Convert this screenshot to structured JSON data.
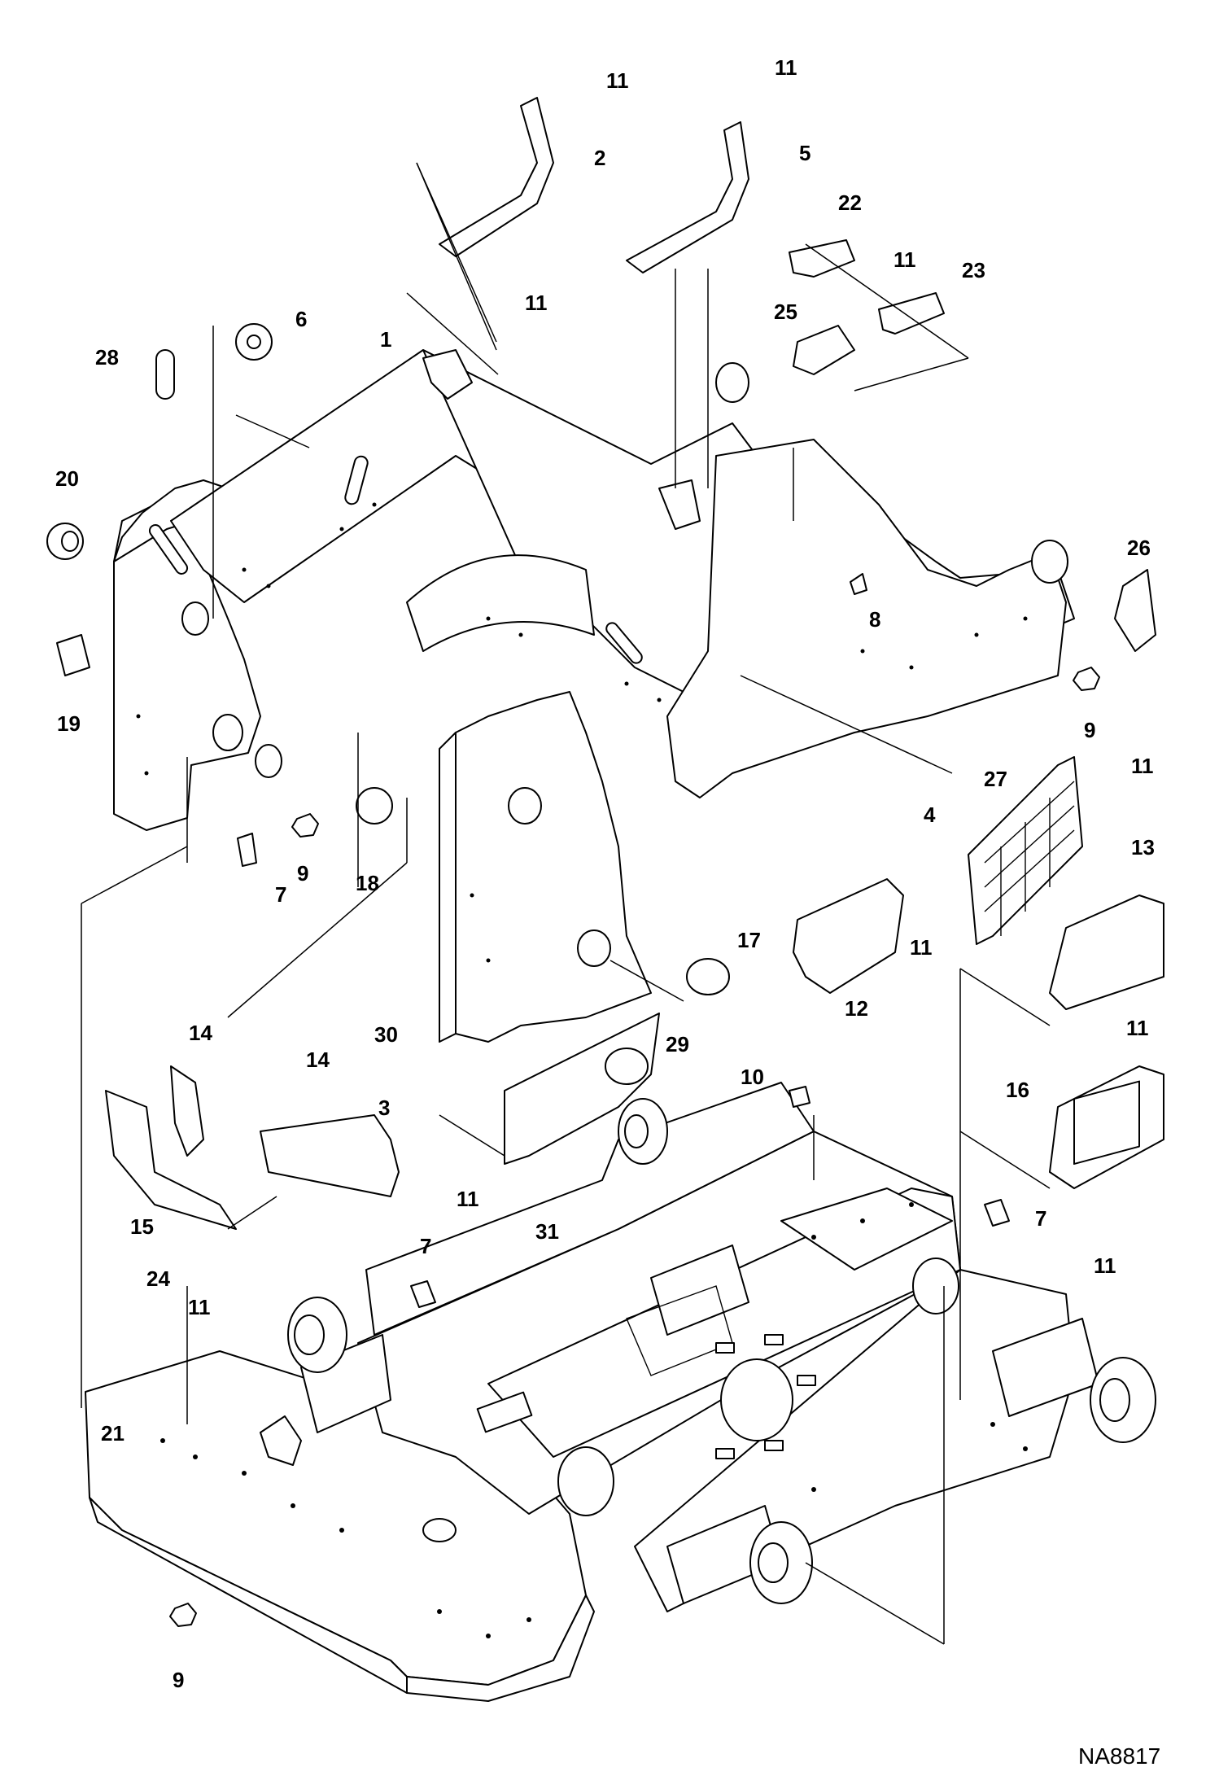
{
  "diagram": {
    "reference_code": "NA8817",
    "callouts": [
      {
        "id": "c11a",
        "label": "11"
      },
      {
        "id": "c11b",
        "label": "11"
      },
      {
        "id": "c2",
        "label": "2"
      },
      {
        "id": "c5",
        "label": "5"
      },
      {
        "id": "c11c",
        "label": "11"
      },
      {
        "id": "c22",
        "label": "22"
      },
      {
        "id": "c11d",
        "label": "11"
      },
      {
        "id": "c23",
        "label": "23"
      },
      {
        "id": "c6",
        "label": "6"
      },
      {
        "id": "c28",
        "label": "28"
      },
      {
        "id": "c1",
        "label": "1"
      },
      {
        "id": "c25",
        "label": "25"
      },
      {
        "id": "c20",
        "label": "20"
      },
      {
        "id": "c26",
        "label": "26"
      },
      {
        "id": "c8",
        "label": "8"
      },
      {
        "id": "c19",
        "label": "19"
      },
      {
        "id": "c9a",
        "label": "9"
      },
      {
        "id": "c27",
        "label": "27"
      },
      {
        "id": "c11e",
        "label": "11"
      },
      {
        "id": "c4",
        "label": "4"
      },
      {
        "id": "c9b",
        "label": "9"
      },
      {
        "id": "c18",
        "label": "18"
      },
      {
        "id": "c7a",
        "label": "7"
      },
      {
        "id": "c13",
        "label": "13"
      },
      {
        "id": "c17",
        "label": "17"
      },
      {
        "id": "c11f",
        "label": "11"
      },
      {
        "id": "c12",
        "label": "12"
      },
      {
        "id": "c30",
        "label": "30"
      },
      {
        "id": "c29",
        "label": "29"
      },
      {
        "id": "c11g",
        "label": "11"
      },
      {
        "id": "c14a",
        "label": "14"
      },
      {
        "id": "c14b",
        "label": "14"
      },
      {
        "id": "c10",
        "label": "10"
      },
      {
        "id": "c16",
        "label": "16"
      },
      {
        "id": "c3",
        "label": "3"
      },
      {
        "id": "c11h",
        "label": "11"
      },
      {
        "id": "c31",
        "label": "31"
      },
      {
        "id": "c7b",
        "label": "7"
      },
      {
        "id": "c15",
        "label": "15"
      },
      {
        "id": "c7c",
        "label": "7"
      },
      {
        "id": "c11i",
        "label": "11"
      },
      {
        "id": "c24",
        "label": "24"
      },
      {
        "id": "c11j",
        "label": "11"
      },
      {
        "id": "c21",
        "label": "21"
      },
      {
        "id": "c9c",
        "label": "9"
      }
    ]
  }
}
